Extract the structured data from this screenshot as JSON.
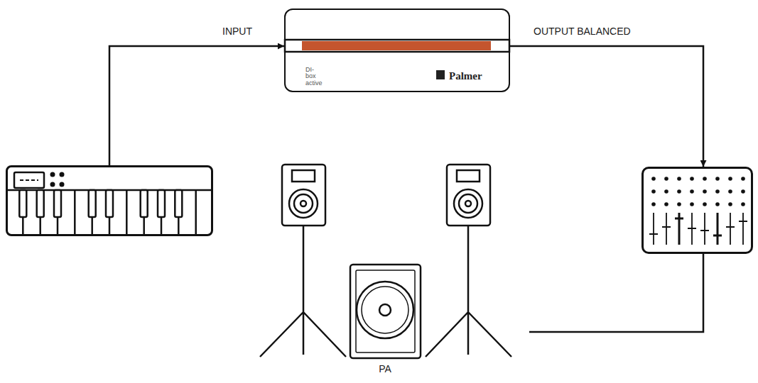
{
  "diagram": {
    "nodes": [
      {
        "text": []
      },
      {
        "text": [
          "DI-box active",
          "Palmer"
        ]
      },
      {
        "text": []
      },
      {
        "text": [
          "PA"
        ]
      }
    ],
    "edges": [
      {
        "from": 0,
        "to": 1,
        "arrow": "to",
        "label": "INPUT"
      },
      {
        "from": 1,
        "to": 2,
        "arrow": "to",
        "label": "OUTPUT BALANCED"
      },
      {
        "from": 2,
        "to": 3,
        "arrow": "none"
      }
    ]
  }
}
